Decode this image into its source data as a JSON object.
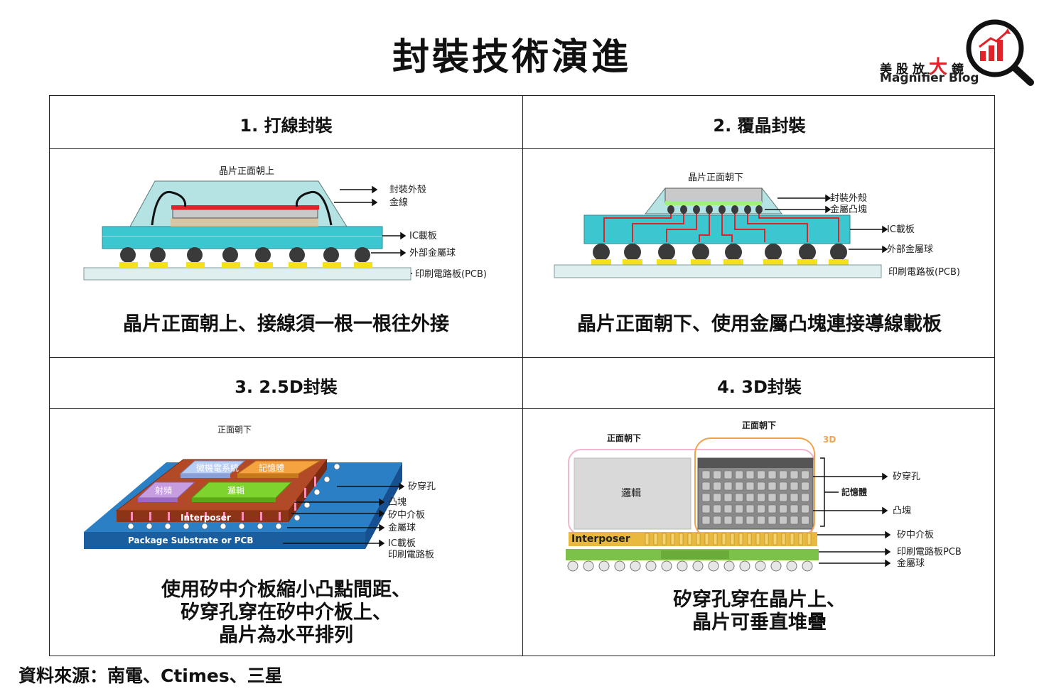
{
  "title": "封裝技術演進",
  "logo": {
    "cn_chars": [
      "美",
      "股",
      "放",
      "大",
      "鏡"
    ],
    "en": "Magnifier Blog",
    "icon": "magnifier-bar-chart-icon",
    "accent": "#e0232a"
  },
  "cells": [
    {
      "title": "1. 打線封裝",
      "caption": [
        "晶片正面朝上、接線須一根一根往外接"
      ],
      "labels": {
        "top": "晶片正面朝上",
        "shell": "封裝外殼",
        "wire": "金線",
        "substrate": "IC載板",
        "balls": "外部金屬球",
        "pcb": "印刷電路板(PCB)"
      }
    },
    {
      "title": "2. 覆晶封裝",
      "caption": [
        "晶片正面朝下、使用金屬凸塊連接導線載板"
      ],
      "labels": {
        "top": "晶片正面朝下",
        "shell": "封裝外殼",
        "bump": "金屬凸塊",
        "substrate": "IC載板",
        "balls": "外部金屬球",
        "pcb": "印刷電路板(PCB)"
      }
    },
    {
      "title": "3. 2.5D封裝",
      "caption": [
        "使用矽中介板縮小凸點間距、",
        "矽穿孔穿在矽中介板上、",
        "晶片為水平排列"
      ],
      "labels": {
        "top": "正面朝下",
        "mems": "微機電系統",
        "memory": "記憶體",
        "rf": "射頻",
        "logic": "邏輯",
        "interposer": "Interposer",
        "substrate": "Package Substrate or PCB",
        "tsv": "矽穿孔",
        "bump": "凸塊",
        "interposer_cn": "矽中介板",
        "ball": "金屬球",
        "ic": "IC載板",
        "pcb": "印刷電路板"
      }
    },
    {
      "title": "4. 3D封裝",
      "caption": [
        "矽穿孔穿在晶片上、",
        "晶片可垂直堆疊"
      ],
      "labels": {
        "top1": "正面朝下",
        "top2": "正面朝下",
        "tag3d": "3D",
        "logic": "邏輯",
        "memory": "記憶體",
        "interposer": "Interposer",
        "tsv": "矽穿孔",
        "bump": "凸塊",
        "interposer_cn": "矽中介板",
        "pcb": "印刷電路板PCB",
        "ball": "金屬球"
      }
    }
  ],
  "source": "資料來源：南電、Ctimes、三星",
  "colors": {
    "substrate": "#3cc6cf",
    "pcb": "#dfeeee",
    "pad": "#f4e11a",
    "redline": "#e0232a",
    "interposer25d": "#b24a28",
    "blue": "#1a7bc6",
    "orange": "#f2a34a"
  }
}
